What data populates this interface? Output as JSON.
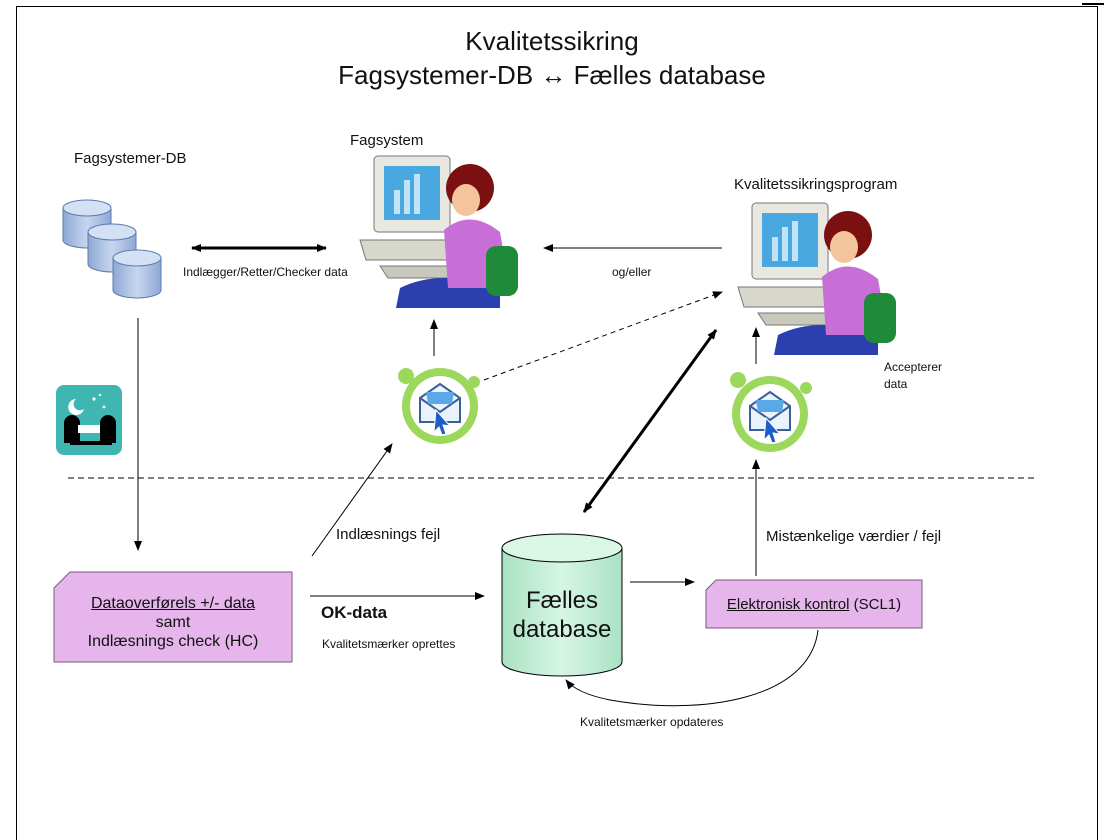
{
  "title": {
    "line1": "Kvalitetssikring",
    "line2": "Fagsystemer-DB ↔ Fælles database"
  },
  "labels": {
    "fagsystemer_db": "Fagsystemer-DB",
    "fagsystem": "Fagsystem",
    "kvalitetssikringsprogram": "Kvalitetssikringsprogram",
    "indlaegger": "Indlægger/Retter/Checker data",
    "og_eller": "og/eller",
    "accepterer_1": "Accepterer",
    "accepterer_2": "data",
    "indlaesnings_fejl": "Indlæsnings fejl",
    "mistaenkelige": "Mistænkelige værdier / fejl",
    "ok_data": "OK-data",
    "kvalitetsmaerker_oprettes": "Kvalitetsmærker oprettes",
    "kvalitetsmaerker_opdateres": "Kvalitetsmærker opdateres"
  },
  "boxes": {
    "dataoverforsel_line1": "Dataoverførels +/- data",
    "dataoverforsel_line2": "samt",
    "dataoverforsel_line3": "Indlæsnings check (HC)",
    "faelles_line1": "Fælles",
    "faelles_line2": "database",
    "elektronisk_underlined": "Elektronisk kontrol",
    "elektronisk_rest": " (SCL1)"
  },
  "colors": {
    "pink_box": "#e5b5ec",
    "green_cylinder": "#c4ecd8",
    "blue_db": "#a9bfe0",
    "mail_green": "#9cd85c",
    "night_bg": "#3fb6b2"
  }
}
